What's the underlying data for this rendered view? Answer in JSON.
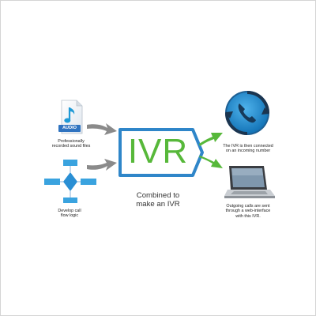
{
  "colors": {
    "accent_blue": "#2f86c9",
    "accent_green": "#57b83a",
    "arrow_gray": "#8a8a8a"
  },
  "audio_file": {
    "icon": "audio-file-icon",
    "badge": "AUDIO",
    "caption": [
      "Professionally",
      "recorded sound files"
    ]
  },
  "flow_logic": {
    "icon": "flowchart-icon",
    "caption": [
      "Develop call",
      "flow logic"
    ]
  },
  "ivr": {
    "label": "IVR",
    "caption": [
      "Combined to",
      "make an IVR"
    ]
  },
  "phone": {
    "icon": "phone-refresh-icon",
    "caption": [
      "The IVR is then connected",
      "on an incoming number"
    ]
  },
  "laptop": {
    "icon": "laptop-icon",
    "caption": [
      "Outgoing calls are sent",
      "through a web-interface",
      "with this IVR."
    ]
  }
}
